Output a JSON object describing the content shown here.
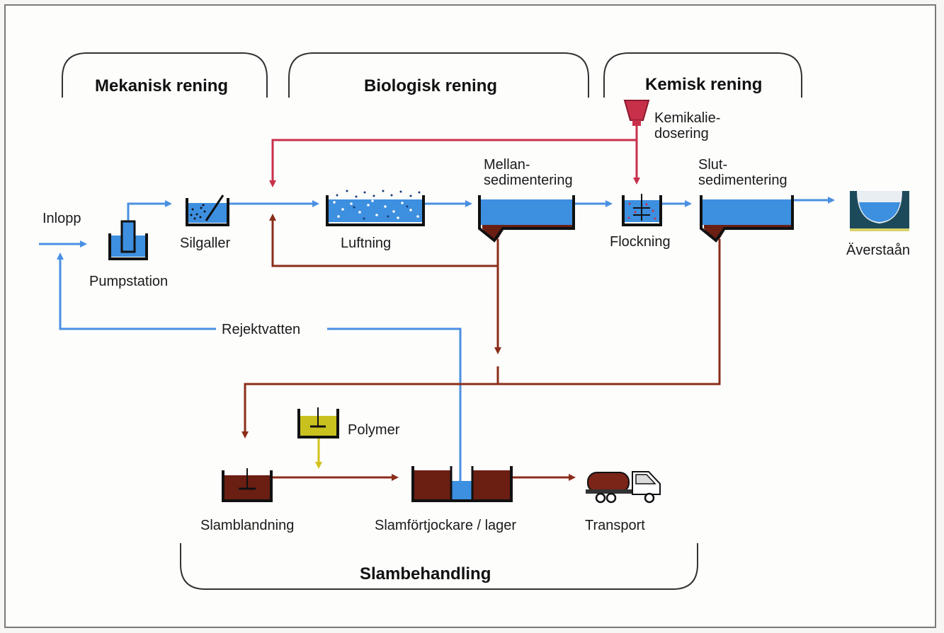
{
  "sections": {
    "mechanical": "Mekanisk rening",
    "biological": "Biologisk rening",
    "chemical": "Kemisk rening",
    "sludge": "Slambehandling"
  },
  "labels": {
    "inlet": "Inlopp",
    "pump_station": "Pumpstation",
    "screen": "Silgaller",
    "aeration": "Luftning",
    "primary_sedimentation": "Mellan-\nsedimentering",
    "chemical_dosing": "Kemikalie-\ndosering",
    "flocculation": "Flockning",
    "final_sedimentation": "Slut-\nsedimentering",
    "receiving_water": "Äverstaån",
    "reject_water": "Rejektvatten",
    "polymer": "Polymer",
    "sludge_mixing": "Slamblandning",
    "sludge_thickener": "Slamförtjockare / lager",
    "transport": "Transport"
  },
  "colors": {
    "water": "#4a90e2",
    "sludge": "#8b2d1a",
    "chemical": "#c8304a",
    "polymer": "#d4c21c",
    "tank_water": "#3d8fe0",
    "tank_sludge": "#6b1e12"
  }
}
